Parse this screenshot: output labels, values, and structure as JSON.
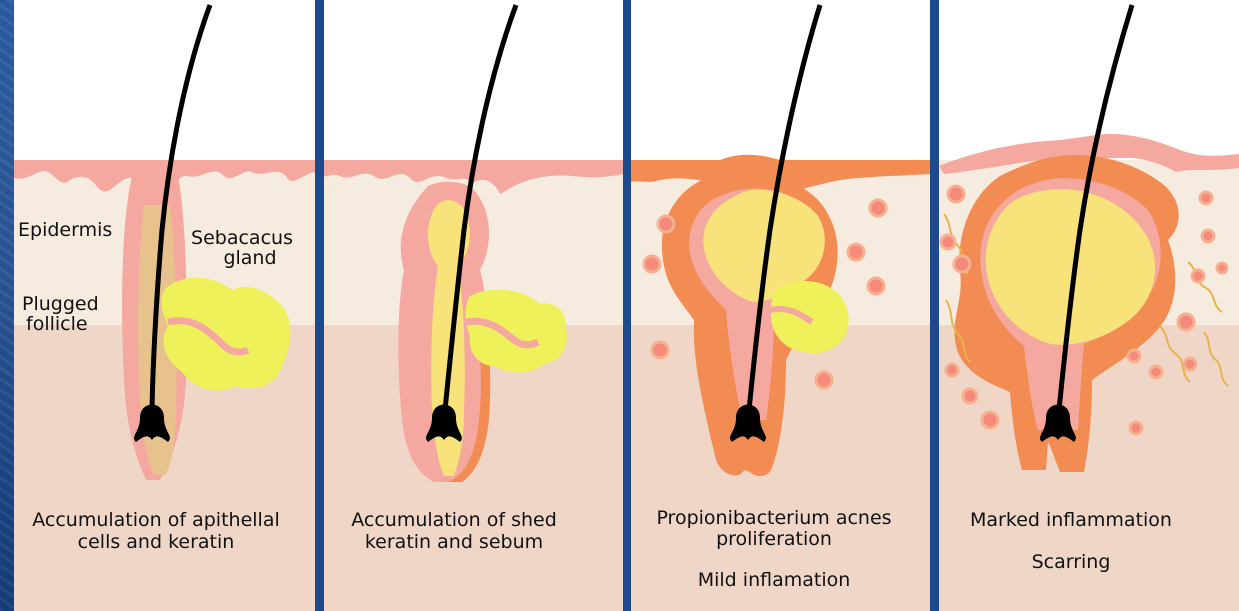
{
  "labels": {
    "epidermis": "Epidermis",
    "sebaceous_line1": "Sebacacus",
    "sebaceous_line2": "gland",
    "plugged_line1": "Plugged",
    "plugged_line2": "follicle"
  },
  "stages": [
    {
      "caption_lines": [
        "Accumulation of apithellal",
        "cells and keratin"
      ],
      "extra": ""
    },
    {
      "caption_lines": [
        "Accumulation of shed",
        "keratin and sebum"
      ],
      "extra": ""
    },
    {
      "caption_lines": [
        "Propionibacterium acnes",
        "proliferation"
      ],
      "extra": "Mild inflamation"
    },
    {
      "caption_lines": [
        "Marked inflammation"
      ],
      "extra": "Scarring"
    }
  ],
  "colors": {
    "background_blue": "#1c4a8c",
    "sky": "#ffffff",
    "epidermis_layer": "#f6ebdf",
    "dermis_layer": "#efd6c7",
    "skin_pink": "#f4a8a0",
    "inflamed_orange": "#f28c52",
    "sebum_yellow": "#f8e27a",
    "gland_yellow": "#eef15a",
    "hair": "#000000",
    "bacteria": "#f58a7a"
  }
}
